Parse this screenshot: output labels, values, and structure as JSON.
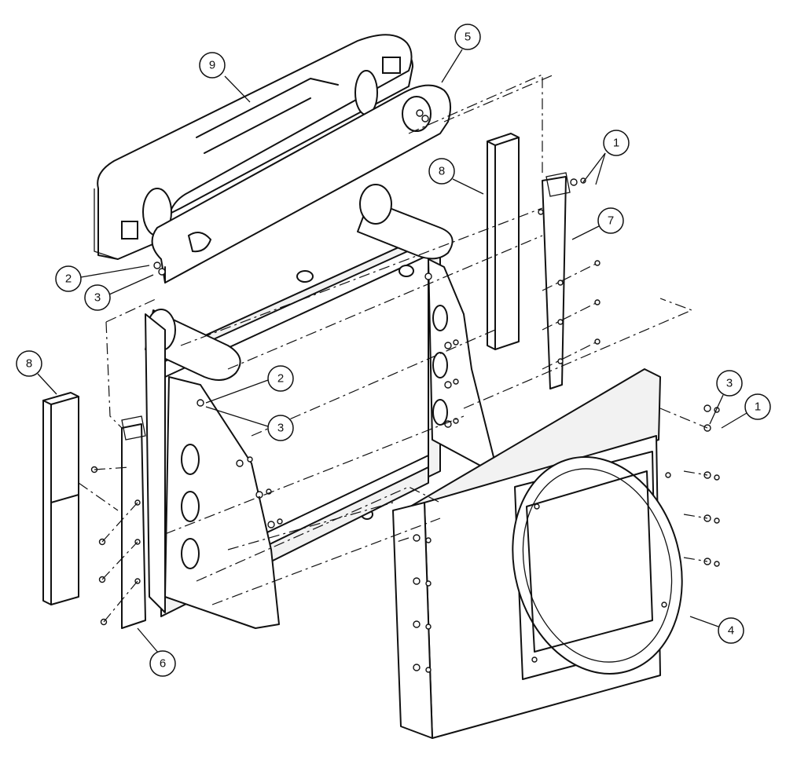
{
  "callouts": [
    {
      "id": "c9a",
      "label": "9"
    },
    {
      "id": "c5a",
      "label": "5"
    },
    {
      "id": "c8a",
      "label": "8"
    },
    {
      "id": "c1a",
      "label": "1"
    },
    {
      "id": "c7a",
      "label": "7"
    },
    {
      "id": "c2a",
      "label": "2"
    },
    {
      "id": "c3a",
      "label": "3"
    },
    {
      "id": "c8b",
      "label": "8"
    },
    {
      "id": "c2b",
      "label": "2"
    },
    {
      "id": "c3b",
      "label": "3"
    },
    {
      "id": "c3c",
      "label": "3"
    },
    {
      "id": "c1b",
      "label": "1"
    },
    {
      "id": "c6a",
      "label": "6"
    },
    {
      "id": "c4a",
      "label": "4"
    }
  ]
}
